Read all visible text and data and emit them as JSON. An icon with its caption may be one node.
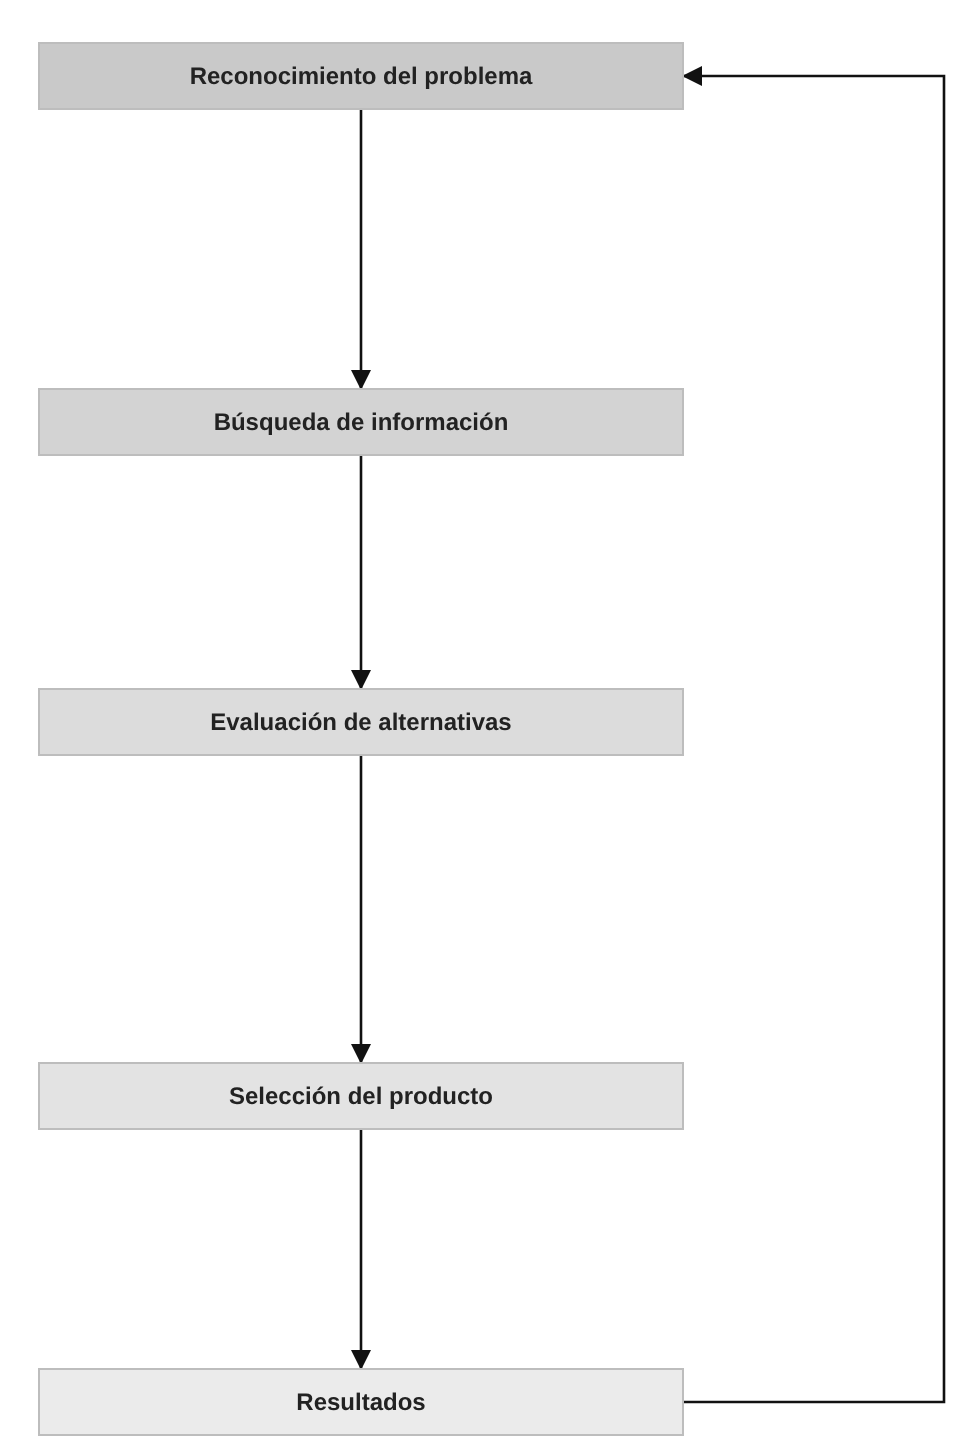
{
  "diagram": {
    "nodes": [
      {
        "text": [
          "Reconocimiento del problema"
        ]
      },
      {
        "text": [
          "Búsqueda de información"
        ]
      },
      {
        "text": [
          "Evaluación de alternativas"
        ]
      },
      {
        "text": [
          "Selección del producto"
        ]
      },
      {
        "text": [
          "Resultados"
        ]
      }
    ],
    "edges": [
      {
        "from": 0,
        "to": 1,
        "arrow": "to"
      },
      {
        "from": 1,
        "to": 2,
        "arrow": "to"
      },
      {
        "from": 2,
        "to": 3,
        "arrow": "to"
      },
      {
        "from": 3,
        "to": 4,
        "arrow": "to"
      },
      {
        "from": 4,
        "to": 0,
        "arrow": "to"
      }
    ]
  }
}
